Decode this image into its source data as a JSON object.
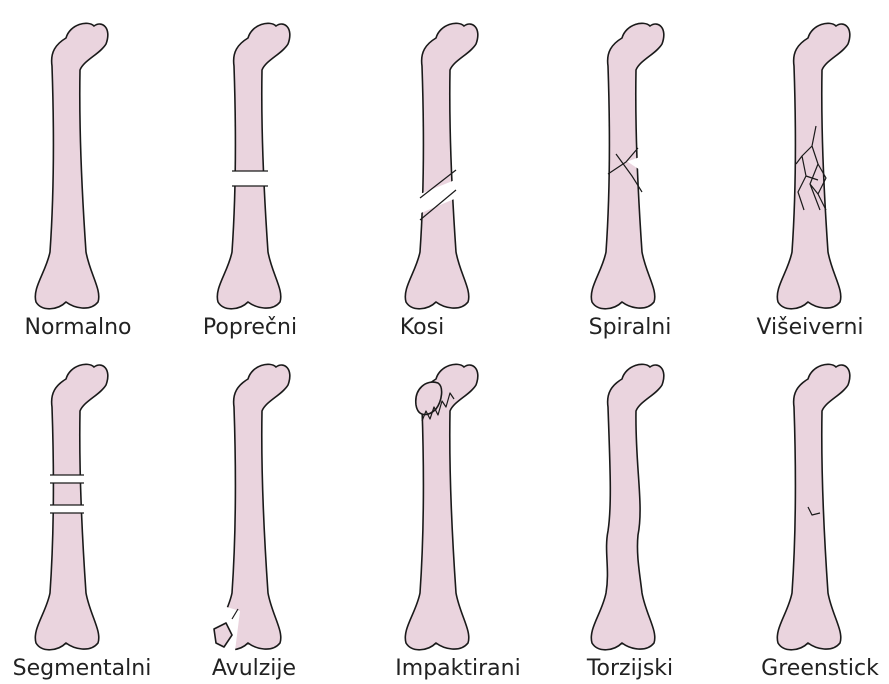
{
  "labels": {
    "normal": "Normalno",
    "transverse": "Poprečni",
    "oblique": "Kosi",
    "spiral": "Spiralni",
    "comminuted": "Višeiverni",
    "segmental": "Segmentalni",
    "avulsion": "Avulzije",
    "impacted": "Impaktirani",
    "torsion": "Torzijski",
    "greenstick": "Greenstick"
  },
  "colors": {
    "bone_fill": "#ead4de",
    "outline": "#1a1a1a",
    "text": "#222222"
  }
}
